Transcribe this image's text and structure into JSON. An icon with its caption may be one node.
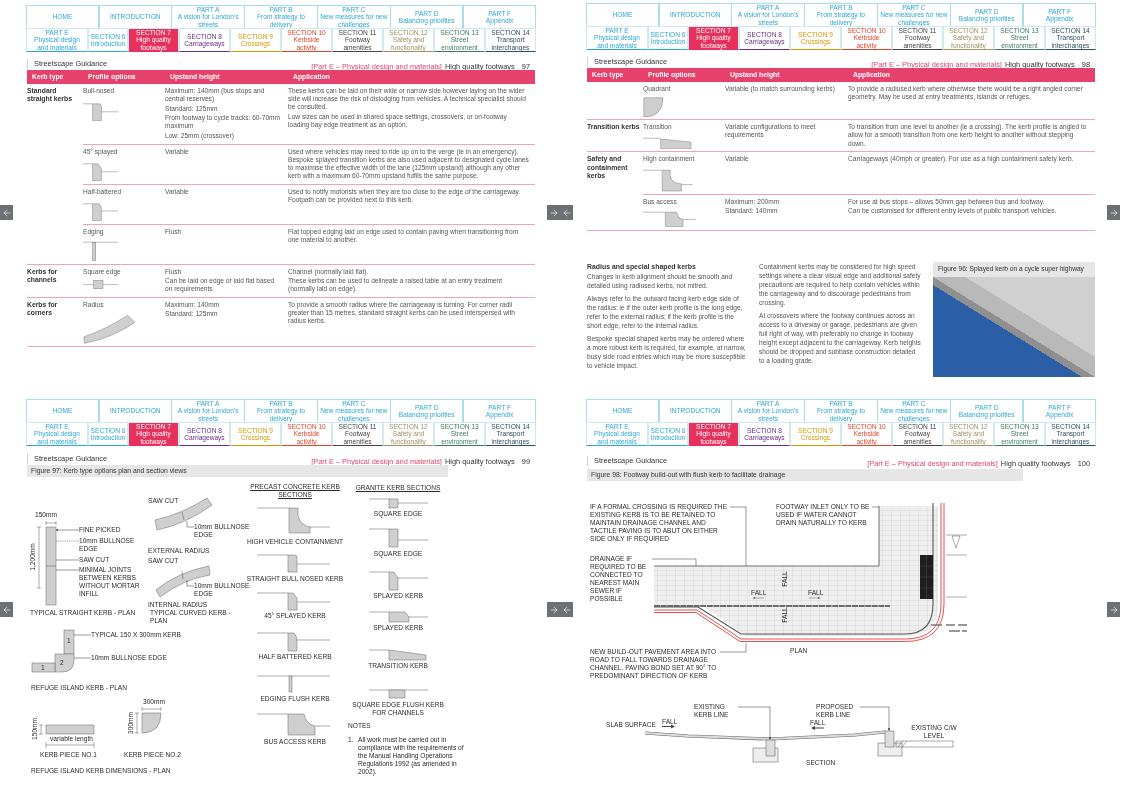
{
  "diagram": {
    "nodes": [
      {
        "text": [
          "FINE PICKED"
        ]
      },
      {
        "text": [
          "10mm BULLNOSE EDGE"
        ]
      },
      {
        "text": [
          "SAW CUT"
        ]
      },
      {
        "text": [
          "MINIMAL JOINTS BETWEEN KERBS WITHOUT MORTAR INFILL"
        ]
      },
      {
        "text": [
          "10mm BULLNOSE EDGE"
        ]
      },
      {
        "text": [
          "10mm BULLNOSE EDGE"
        ]
      },
      {
        "text": [
          "TYPICAL 150 X 300mm KERB"
        ]
      },
      {
        "text": [
          "10mm BULLNOSE EDGE"
        ]
      },
      {
        "text": [
          "IF A FORMAL CROSSING IS REQUIRED THE EXISTING KERB IS TO BE RETAINED TO MAINTAIN DRAINAGE CHANNEL AND TACTILE PAVING IS TO ABUT ON EITHER SIDE ONLY IF REQUIRED"
        ]
      },
      {
        "text": [
          "FOOTWAY INLET ONLY TO BE USED IF WATER CANNOT DRAIN NATURALLY TO KERB"
        ]
      },
      {
        "text": [
          "DRAINAGE IF REQUIRED TO BE CONNECTED TO NEAREST MAIN SEWER IF POSSIBLE"
        ]
      },
      {
        "text": [
          "NEW BUILD-OUT PAVEMENT AREA INTO ROAD TO FALL TOWARDS DRAINAGE CHANNEL. PAVING BOND SET AT 90° TO PREDOMINANT DIRECTION OF KERB"
        ]
      },
      {
        "text": [
          "EXISTING KERB LINE"
        ]
      },
      {
        "text": [
          "PROPOSED KERB LINE"
        ]
      },
      {
        "text": [],
        "shape": "picture"
      },
      {
        "text": [],
        "shape": "picture"
      },
      {
        "text": [],
        "shape": "picture"
      },
      {
        "text": [],
        "shape": "picture"
      },
      {
        "text": [],
        "shape": "picture"
      },
      {
        "text": [],
        "shape": "picture"
      }
    ],
    "edges": [
      {
        "from": 0,
        "to": 14,
        "arrow": "to"
      },
      {
        "from": 1,
        "to": 14,
        "arrow": "none",
        "style": "dashed"
      },
      {
        "from": 2,
        "to": 14,
        "arrow": "none"
      },
      {
        "from": 3,
        "to": 14,
        "arrow": "none"
      },
      {
        "from": 4,
        "to": 15,
        "arrow": "none"
      },
      {
        "from": 5,
        "to": 16,
        "arrow": "none"
      },
      {
        "from": 6,
        "to": 17,
        "arrow": "none"
      },
      {
        "from": 7,
        "to": 17,
        "arrow": "none"
      },
      {
        "from": 8,
        "to": 18,
        "arrow": "none"
      },
      {
        "from": 9,
        "to": 18,
        "arrow": "none"
      },
      {
        "from": 10,
        "to": 18,
        "arrow": "none"
      },
      {
        "from": 11,
        "to": 18,
        "arrow": "none"
      },
      {
        "from": 12,
        "to": 19,
        "arrow": "to"
      },
      {
        "from": 13,
        "to": 19,
        "arrow": "to"
      }
    ],
    "labels": [
      "HOME",
      "INTRODUCTION",
      "PART A",
      "A vision for London's streets",
      "PART B",
      "From strategy to delivery",
      "PART C",
      "New measures for new challenges",
      "PART D",
      "Balancing priorities",
      "PART F",
      "Appendix",
      "PART E",
      "Physical design and materials",
      "SECTION 6",
      "Introduction",
      "SECTION 7",
      "High quality footways",
      "SECTION 8",
      "Carriageways",
      "SECTION 9",
      "Crossings",
      "SECTION 10",
      "Kerbside activity",
      "SECTION 11",
      "Footway amenities",
      "SECTION 12",
      "Safety and functionality",
      "SECTION 13",
      "Street environment",
      "SECTION 14",
      "Transport interchanges",
      "Streetscape Guidance",
      "[Part E – Physical design and materials]",
      "High quality footways",
      "97",
      "Kerb type",
      "Profile options",
      "Upstand height",
      "Application",
      "Standard straight kerbs",
      "Bull-nosed",
      "Maximum: 140mm (bus stops and central reserves)",
      "Standard: 125mm",
      "From footway to cycle tracks: 60-70mm maximum",
      "Low: 25mm (crossover)",
      "These kerbs can be laid on their wide or narrow side however laying on the wider side will increase the risk of dislodging from vehicles. A technical specialist should be consulted.",
      "Low sizes can be used in shared space settings, crossovers, or on-footway loading bay edge treatment as an option.",
      "45° splayed",
      "Variable",
      "Used where vehicles may need to ride up on to the verge (ie in an emergency). Bespoke splayed transition kerbs are also used adjacent to designated cycle lanes to maximise the effective width of the lane (125mm upstand) although any other kerb with a maximum 60-70mm upstand fulfils the same purpose.",
      "Half-battered",
      "Variable",
      "Used to notify motorists when they are too close to the edge of the carriageway. Footpath can be provided next to this kerb.",
      "Edging",
      "Flush",
      "Flat topped edging laid on edge used to contain paving when transitioning from one material to another.",
      "Kerbs for channels",
      "Square edge",
      "Flush",
      "Can be laid on edge or laid flat based on requirements",
      "Channel (normally laid flat).",
      "These kerbs can be used to delineate a raised table at an entry treatment (normally laid on edge).",
      "Kerbs for corners",
      "Radius",
      "Maximum: 140mm",
      "Standard: 125mm",
      "To provide a smooth radius where the carriageway is turning. For corner radii greater than 15 metres, standard straight kerbs can be used interspersed with radius kerbs.",
      "HOME",
      "INTRODUCTION",
      "PART A",
      "A vision for London's streets",
      "PART B",
      "From strategy to delivery",
      "PART C",
      "New measures for new challenges",
      "PART D",
      "Balancing priorities",
      "PART F",
      "Appendix",
      "PART E",
      "Physical design and materials",
      "SECTION 6",
      "Introduction",
      "SECTION 7",
      "High quality footways",
      "SECTION 8",
      "Carriageways",
      "SECTION 9",
      "Crossings",
      "SECTION 10",
      "Kerbside activity",
      "SECTION 11",
      "Footway amenities",
      "SECTION 12",
      "Safety and functionality",
      "SECTION 13",
      "Street environment",
      "SECTION 14",
      "Transport interchanges",
      "Streetscape Guidance",
      "[Part E – Physical design and materials]",
      "High quality footways",
      "98",
      "Kerb type",
      "Profile options",
      "Upstand height",
      "Application",
      "Quadrant",
      "Variable (to match surrounding kerbs)",
      "To provide a radiused kerb where otherwise there would be a right angled corner geometry. May be used at entry treatments, islands or refuges.",
      "Transition kerbs",
      "Transition",
      "Variable configurations to meet requirements",
      "To transition from one level to another (ie a crossing). The kerb profile is angled to allow for a smooth transition from one kerb height to another without stepping down.",
      "Safety and containment kerbs",
      "High containment",
      "Variable",
      "Carriageways (40mph or greater). For use as a high containment safety kerb.",
      "Bus access",
      "Maximum: 200mm",
      "Standard: 140mm",
      "For use at bus stops – allows 50mm gap between bus and footway.",
      "Can be customised for different entry levels of public transport vehicles.",
      "Radius and special shaped kerbs",
      "Changes in kerb alignment should be smooth and detailed using radiused kerbs, not mitred.",
      "Always refer to the outward facing kerb edge side of the radius: ie if the outer kerb profile is the long edge, refer to the external radius; if the kerb profile is the short edge, refer to the internal radius.",
      "Bespoke special shaped kerbs may be ordered where a more robust kerb is required, for example, at narrow, busy side road entries which may be more susceptible to vehicle impact.",
      "Containment kerbs may be considered for high speed settings where a clear visual edge and additional safety precautions are required to help contain vehicles within the carriageway and to discourage pedestrians from crossing.",
      "At crossovers where the footway continues across an access to a driveway or garage, pedestrians are given full right of way, with preferably no change in footway height except adjacent to the carriageway. Kerb heights should be dropped and subbase construction detailed to a loading grade.",
      "Figure 96: Splayed kerb on a cycle super highway",
      "HOME",
      "INTRODUCTION",
      "PART A",
      "A vision for London's streets",
      "PART B",
      "From strategy to delivery",
      "PART C",
      "New measures for new challenges",
      "PART D",
      "Balancing priorities",
      "PART F",
      "Appendix",
      "PART E",
      "Physical design and materials",
      "SECTION 6",
      "Introduction",
      "SECTION 7",
      "High quality footways",
      "SECTION 8",
      "Carriageways",
      "SECTION 9",
      "Crossings",
      "SECTION 10",
      "Kerbside activity",
      "SECTION 11",
      "Footway amenities",
      "SECTION 12",
      "Safety and functionality",
      "SECTION 13",
      "Street environment",
      "SECTION 14",
      "Transport interchanges",
      "Streetscape Guidance",
      "[Part E – Physical design and materials]",
      "High quality footways",
      "99",
      "Figure 97: Kerb type options plan and section views",
      "SAW CUT",
      "150mm",
      "EXTERNAL RADIUS",
      "SAW CUT",
      "1,200mm",
      "INTERNAL RADIUS",
      "TYPICAL STRAIGHT KERB - PLAN",
      "TYPICAL CURVED KERB - PLAN",
      "1",
      "2",
      "1",
      "REFUGE ISLAND KERB - PLAN",
      "300mm",
      "150mm",
      "300mm",
      "variable length",
      "KERB PIECE NO.1",
      "KERB PIECE NO.2",
      "REFUGE ISLAND KERB DIMENSIONS - PLAN",
      "PRECAST CONCRETE KERB SECTIONS",
      "HIGH VEHICLE CONTAINMENT",
      "STRAIGHT BULL NOSED KERB",
      "45° SPLAYED KERB",
      "HALF BATTERED KERB",
      "EDGING FLUSH KERB",
      "BUS ACCESS KERB",
      "GRANITE KERB SECTIONS",
      "SQUARE EDGE",
      "SQUARE EDGE",
      "SPLAYED KERB",
      "SPLAYED KERB",
      "TRANSITION KERB",
      "SQUARE EDGE FLUSH KERB FOR CHANNELS",
      "NOTES",
      "1.",
      "All work must be carried out in compliance with the requirements of the Manual Handling Operations Regulations 1992 (as amended in 2002).",
      "HOME",
      "INTRODUCTION",
      "PART A",
      "A vision for London's streets",
      "PART B",
      "From strategy to delivery",
      "PART C",
      "New measures for new challenges",
      "PART D",
      "Balancing priorities",
      "PART F",
      "Appendix",
      "PART E",
      "Physical design and materials",
      "SECTION 6",
      "Introduction",
      "SECTION 7",
      "High quality footways",
      "SECTION 8",
      "Carriageways",
      "SECTION 9",
      "Crossings",
      "SECTION 10",
      "Kerbside activity",
      "SECTION 11",
      "Footway amenities",
      "SECTION 12",
      "Safety and functionality",
      "SECTION 13",
      "Street environment",
      "SECTION 14",
      "Transport interchanges",
      "Streetscape Guidance",
      "[Part E – Physical design and materials]",
      "High quality footways",
      "100",
      "Figure 98: Footway build-out with flush kerb to facilitate drainage",
      "FALL",
      "FALL",
      "FALL",
      "FALL",
      "PLAN",
      "SLAB SURFACE",
      "FALL",
      "FALL",
      "EXISTING C/W LEVEL",
      "SECTION"
    ]
  }
}
